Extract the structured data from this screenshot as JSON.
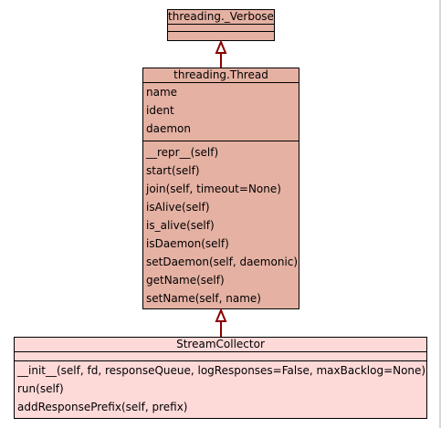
{
  "colors": {
    "base_class_fill": "#e5b1a3",
    "leaf_class_fill": "#fdd9d8",
    "arrow": "#8b0000"
  },
  "classes": [
    {
      "name": "threading._Verbose",
      "attributes": [],
      "methods": []
    },
    {
      "name": "threading.Thread",
      "attributes": [
        "name",
        "ident",
        "daemon"
      ],
      "methods": [
        "__repr__(self)",
        "start(self)",
        "join(self, timeout=None)",
        "isAlive(self)",
        "is_alive(self)",
        "isDaemon(self)",
        "setDaemon(self, daemonic)",
        "getName(self)",
        "setName(self, name)"
      ]
    },
    {
      "name": "StreamCollector",
      "attributes": [],
      "methods": [
        "__init__(self, fd, responseQueue, logResponses=False, maxBacklog=None)",
        "run(self)",
        "addResponsePrefix(self, prefix)"
      ]
    }
  ]
}
